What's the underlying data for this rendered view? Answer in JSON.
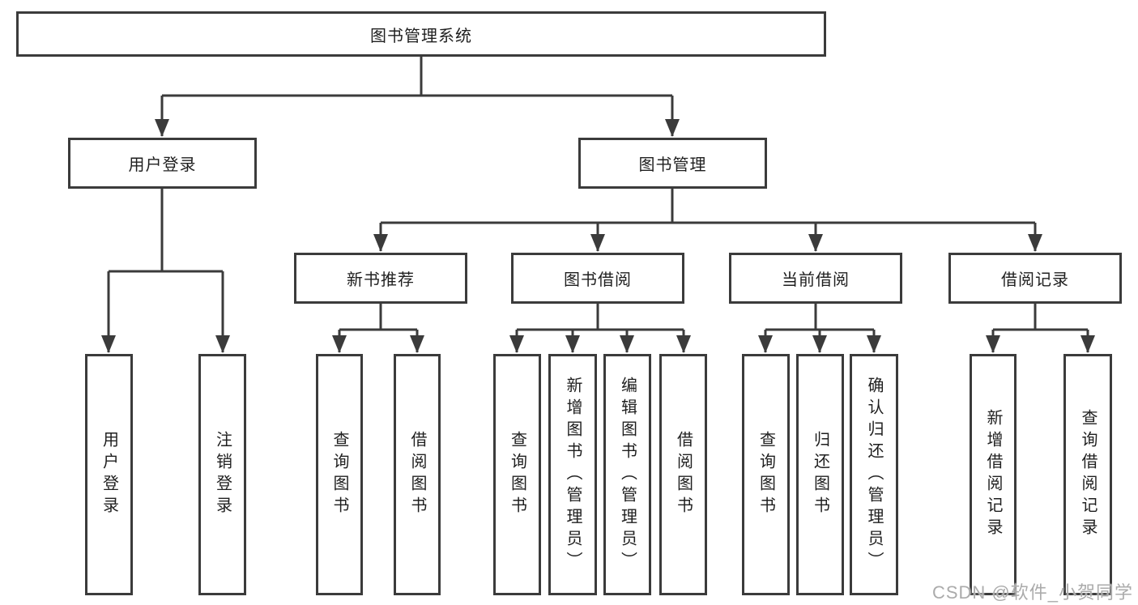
{
  "nodes": {
    "root": "图书管理系统",
    "user_login": {
      "label": "用户登录",
      "children": [
        "用户登录",
        "注销登录"
      ]
    },
    "book_mgmt": {
      "label": "图书管理",
      "sections": {
        "new_book": {
          "label": "新书推荐",
          "children": [
            "查询图书",
            "借阅图书"
          ]
        },
        "borrow": {
          "label": "图书借阅",
          "children": [
            "查询图书",
            "新增图书（管理员）",
            "编辑图书（管理员）",
            "借阅图书"
          ]
        },
        "current": {
          "label": "当前借阅",
          "children": [
            "查询图书",
            "归还图书",
            "确认归还（管理员）"
          ]
        },
        "records": {
          "label": "借阅记录",
          "children": [
            "新增借阅记录",
            "查询借阅记录"
          ]
        }
      }
    }
  },
  "colors": {
    "line": "#3b3b3b",
    "text": "#1f1f1f",
    "watermark": "#ababab"
  },
  "watermark": "CSDN @软件_小贺同学"
}
